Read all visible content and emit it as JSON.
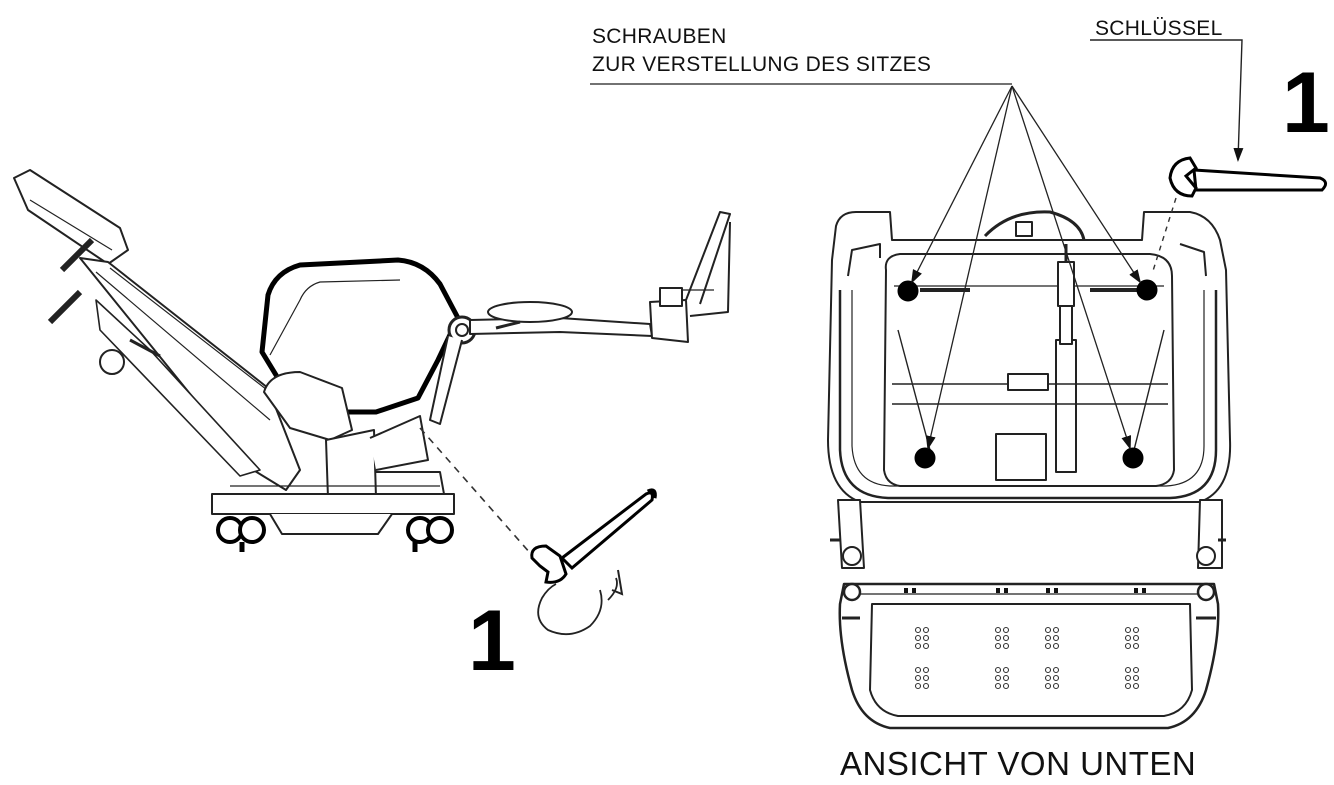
{
  "labels": {
    "screws_line1": "SCHRAUBEN",
    "screws_line2": "ZUR VERSTELLUNG DES SITZES",
    "key": "SCHLÜSSEL",
    "bottom_view": "ANSICHT VON UNTEN"
  },
  "steps": {
    "left": "1",
    "right": "1"
  }
}
